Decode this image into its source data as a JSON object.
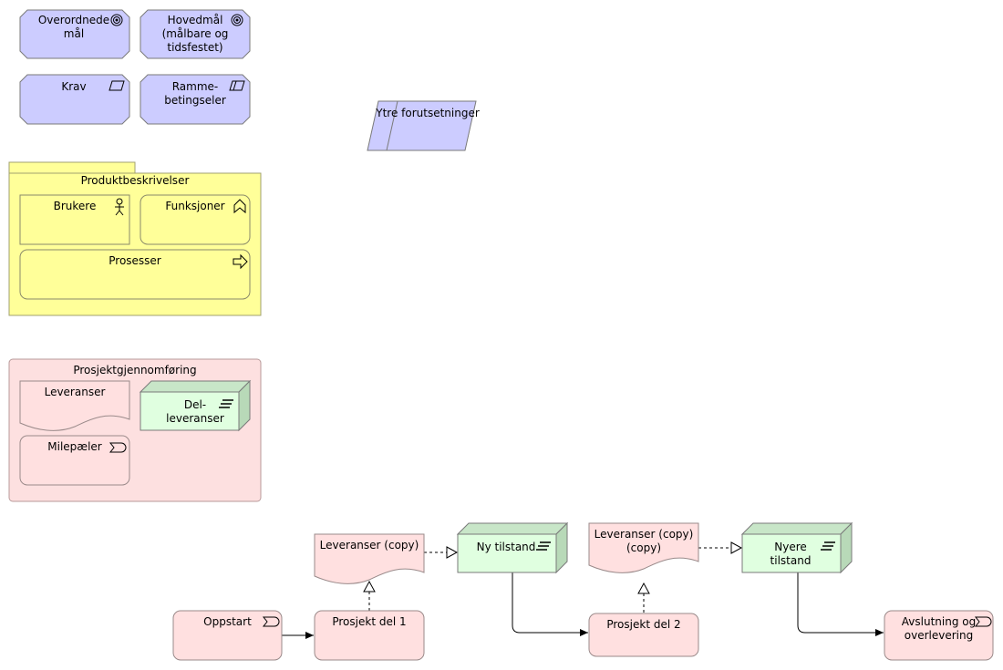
{
  "goals": {
    "overordnede_mal": "Overordnede\nmål",
    "hovedmal": "Hovedmål\n(målbare og\ntidsfestet)",
    "krav": "Krav",
    "rammebetingelser": "Ramme-\nbetingseler",
    "ytre_forutsetninger": "Ytre forutsetninger"
  },
  "produktbeskrivelser": {
    "title": "Produktbeskrivelser",
    "brukere": "Brukere",
    "funksjoner": "Funksjoner",
    "prosesser": "Prosesser"
  },
  "prosjektgjennomforing": {
    "title": "Prosjektgjennomføring",
    "leveranser": "Leveranser",
    "delleveranser": "Del-\nleveranser",
    "milepaeler": "Milepæler"
  },
  "flow": {
    "oppstart": "Oppstart",
    "leveranser_copy": "Leveranser (copy)",
    "ny_tilstand": "Ny tilstand",
    "prosjekt_del_1": "Prosjekt del 1",
    "leveranser_copy_copy": "Leveranser (copy)\n(copy)",
    "prosjekt_del_2": "Prosjekt del 2",
    "nyere_tilstand": "Nyere\ntilstand",
    "avslutning": "Avslutning og\noverlevering"
  },
  "colors": {
    "motivation": "#ccccff",
    "product_group": "#ffff99",
    "impl_group": "#fde0e0",
    "deliverable": "#ffe0e0",
    "plateau": "#e0ffe0",
    "plateau_side": "#b8d9b8",
    "stroke": "#7a7a7a"
  }
}
